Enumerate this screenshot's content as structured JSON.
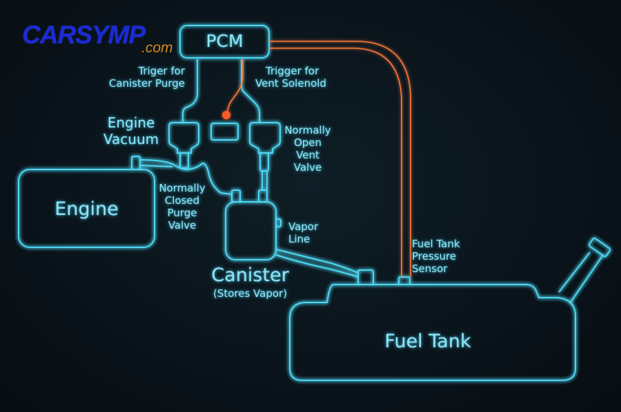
{
  "logo": {
    "text": "CARSYMP",
    "suffix": ".com"
  },
  "blocks": {
    "pcm": "PCM",
    "engine": "Engine",
    "canister": "Canister",
    "canister_sub": "(Stores Vapor)",
    "fuel_tank": "Fuel Tank"
  },
  "labels": {
    "trigger_purge": [
      "Triger for",
      "Canister Purge"
    ],
    "trigger_vent": [
      "Trigger for",
      "Vent Solenold"
    ],
    "engine_vacuum": [
      "Engine",
      "Vacuum"
    ],
    "normally_open_vent_valve": [
      "Normally",
      "Open",
      "Vent",
      "Valve"
    ],
    "normally_closed_purge_valve": [
      "Normally",
      "Closed",
      "Purge",
      "Valve"
    ],
    "vapor_line": [
      "Vapor",
      "Line"
    ],
    "fuel_tank_pressure_sensor": [
      "Fuel Tank",
      "Pressure",
      "Sensor"
    ]
  },
  "colors": {
    "line_cyan": "#4fd6f2",
    "line_orange": "#ff7a3d",
    "indicator": "#ff5a2a",
    "logo_blue": "#1b2bd1",
    "logo_orange": "#d98a1a"
  }
}
